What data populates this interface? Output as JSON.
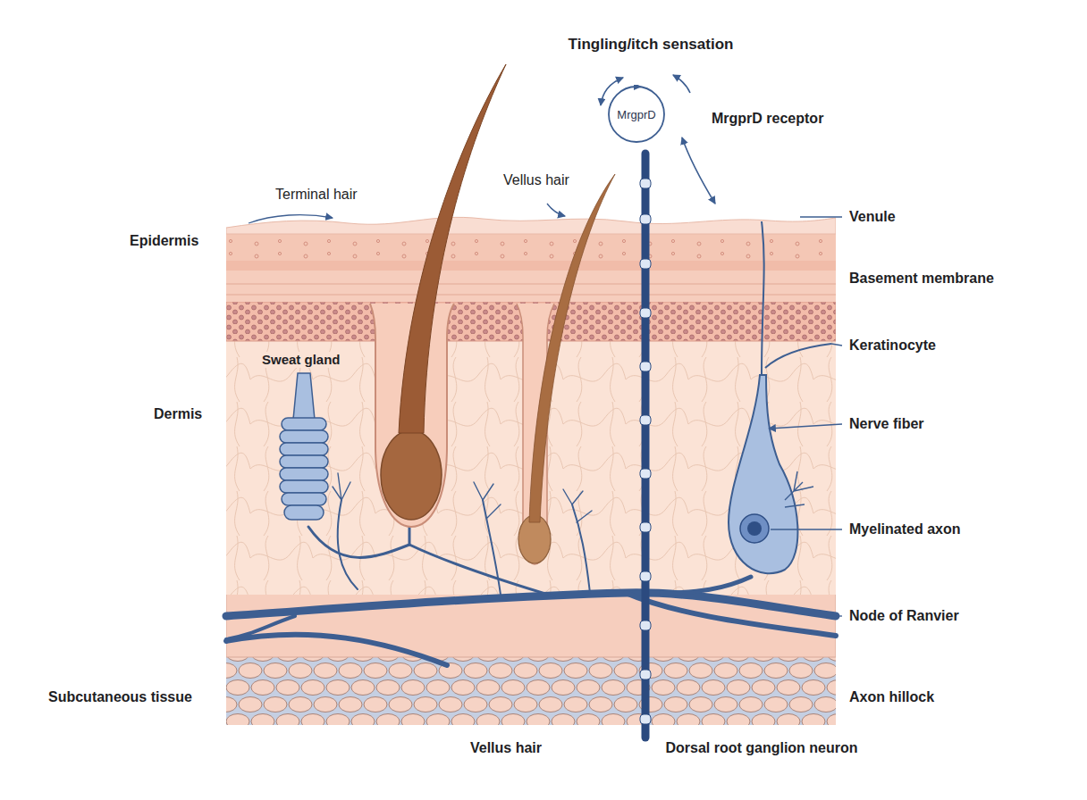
{
  "diagram": {
    "nodes": [
      {
        "text": [
          "MrgprD"
        ]
      }
    ],
    "labels": [
      "Tingling/itch sensation",
      "MrgprD receptor",
      "Terminal hair",
      "Vellus hair",
      "Epidermis",
      "Dermis",
      "Sweat gland",
      "Subcutaneous tissue",
      "Vellus hair",
      "Dorsal root ganglion neuron",
      "Venule",
      "Basement membrane",
      "Keratinocyte",
      "Nerve fiber",
      "Myelinated axon",
      "Node of Ranvier",
      "Axon hillock"
    ]
  }
}
